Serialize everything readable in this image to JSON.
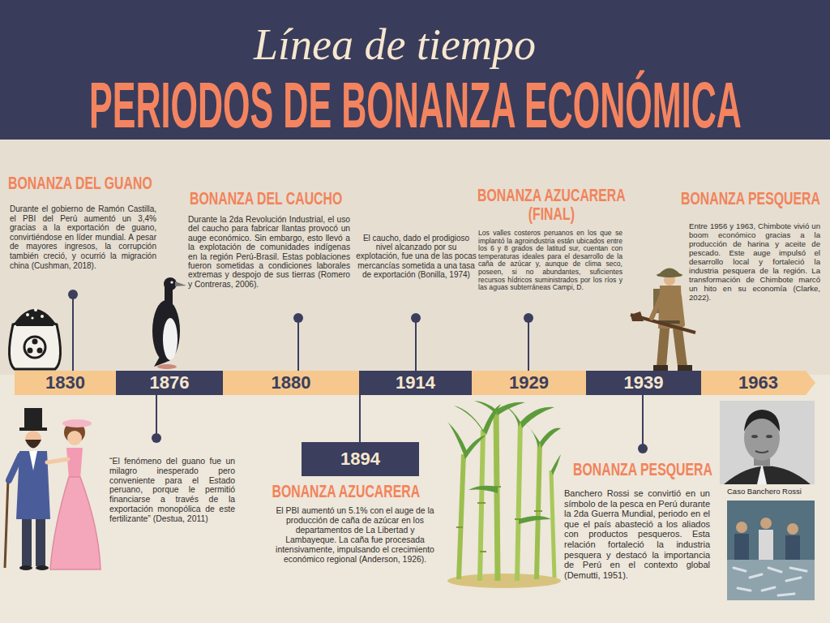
{
  "diagram": {
    "title": "PERIODOS DE BONANZA ECONÓMICA",
    "nodes": [
      {
        "text": [
          "1830"
        ]
      },
      {
        "text": [
          "1876"
        ]
      },
      {
        "text": [
          "1880"
        ]
      },
      {
        "text": [
          "1914"
        ]
      },
      {
        "text": [
          "1929"
        ]
      },
      {
        "text": [
          "1939"
        ]
      },
      {
        "text": [
          "1963"
        ]
      },
      {
        "text": [
          "1894"
        ]
      }
    ],
    "edges": [
      {
        "from": 3,
        "to": 7,
        "arrow": "none"
      }
    ],
    "labels": [
      "Línea de tiempo",
      "BONANZA DEL GUANO",
      "Durante el gobierno de Ramón Castilla, el PBI del Perú aumentó un 3,4% gracias a la exportación de guano, convirtiéndose en líder mundial. A pesar de mayores ingresos, la corrupción también creció, y ocurrió la migración china (Cushman, 2018).",
      "BONANZA DEL CAUCHO",
      "Durante la 2da Revolución Industrial, el uso del caucho para fabricar llantas provocó un auge económico. Sin embargo, esto llevó a la explotación de comunidades indígenas en la región Perú-Brasil. Estas poblaciones fueron sometidas a condiciones laborales extremas y despojo de sus tierras (Romero y Contreras, 2006).",
      "El caucho, dado el prodigioso nivel alcanzado por su explotación, fue una de las pocas mercancías sometida a una tasa de exportación (Bonilla, 1974)",
      "BONANZA AZUCARERA (FINAL)",
      "Los valles costeros peruanos en los que se implantó la agroindustria están ubicados entre los 6 y 8 grados de latitud sur, cuentan con temperaturas ideales para el desarrollo de la caña de azúcar y, aunque de clima seco, poseen, si no abundantes, suficientes recursos hídricos suministrados por los ríos y las aguas subterráneas Campi, D.",
      "BONANZA PESQUERA",
      "Entre 1956 y 1963, Chimbote vivió un boom económico gracias a la producción de harina y aceite de pescado. Este auge impulsó el desarrollo local y fortaleció la industria pesquera de la región. La transformación de Chimbote marcó un hito en su economía (Clarke, 2022).",
      "“El fenómeno del guano fue un milagro inesperado pero conveniente para el Estado peruano, porque le permitió financiarse a través de la exportación monopólica de este fertilizante” (Destua, 2011)",
      "BONANZA AZUCARERA",
      "El PBI aumentó un 5.1% con el auge de la producción de caña de azúcar en los departamentos de La Libertad y Lambayeque. La caña fue procesada intensivamente, impulsando el crecimiento económico regional (Anderson, 1926).",
      "BONANZA PESQUERA",
      "Banchero Rossi se convirtió en un símbolo de la pesca en Perú durante la 2da Guerra Mundial, periodo en el que el país abasteció a los aliados con productos pesqueros. Esta relación fortaleció la industria pesquera y destacó la importancia de Perú en el contexto global (Demutti, 1951).",
      "Caso Banchero Rossi"
    ]
  }
}
